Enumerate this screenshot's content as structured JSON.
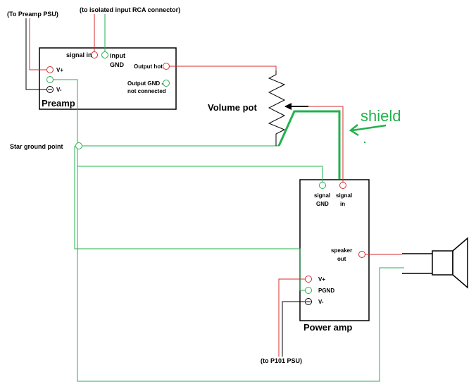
{
  "labels": {
    "preamp_psu": "(To Preamp PSU)",
    "rca": "(to isolated input RCA connector)",
    "preamp_signal_in": "signal in",
    "preamp_input": "input",
    "preamp_gnd": "GND",
    "preamp_vplus": "V+",
    "preamp_vminus": "V-",
    "preamp_title": "Preamp",
    "output_hot": "Output hot",
    "output_gnd_1": "Output GND -",
    "output_gnd_2": "not connected",
    "volume_pot": "Volume pot",
    "shield": "shield",
    "star_ground": "Star ground point",
    "amp_signal_1": "signal",
    "amp_gnd": "GND",
    "amp_signal_2": "signal",
    "amp_in": "in",
    "speaker": "speaker",
    "out": "out",
    "amp_vplus": "V+",
    "pgnd": "PGND",
    "amp_vminus": "V-",
    "power_amp": "Power amp",
    "p101": "(to P101 PSU)"
  },
  "colors": {
    "positive_wire": "#d62b2b",
    "ground_wire": "#22b14c",
    "negative_wire": "#000000"
  }
}
